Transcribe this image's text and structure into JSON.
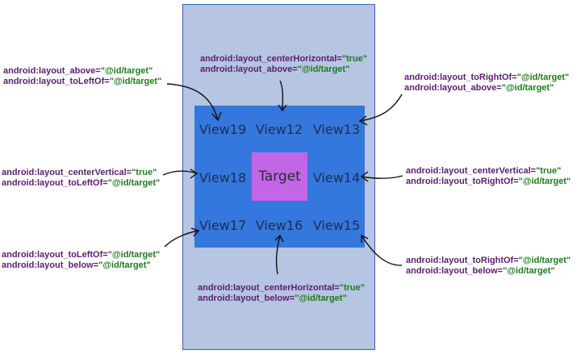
{
  "views": {
    "v19": "View19",
    "v12": "View12",
    "v13": "View13",
    "v18": "View18",
    "target": "Target",
    "v14": "View14",
    "v17": "View17",
    "v16": "View16",
    "v15": "View15"
  },
  "annotations": {
    "a19": [
      {
        "attr": "android:layout_above=",
        "val": "\"@id/target\""
      },
      {
        "attr": "android:layout_toLeftOf=",
        "val": "\"@id/target\""
      }
    ],
    "a12": [
      {
        "attr": "android:layout_centerHorizontal=",
        "val": "\"true\""
      },
      {
        "attr": "android:layout_above=",
        "val": "\"@id/target\""
      }
    ],
    "a13": [
      {
        "attr": "android:layout_toRightOf=",
        "val": "\"@id/target\""
      },
      {
        "attr": "android:layout_above=",
        "val": "\"@id/target\""
      }
    ],
    "a18": [
      {
        "attr": "android:layout_centerVertical=",
        "val": "\"true\""
      },
      {
        "attr": "android:layout_toLeftOf=",
        "val": "\"@id/target\""
      }
    ],
    "a14": [
      {
        "attr": "android:layout_centerVertical=",
        "val": "\"true\""
      },
      {
        "attr": "android:layout_toRightOf=",
        "val": "\"@id/target\""
      }
    ],
    "a17": [
      {
        "attr": "android:layout_toLeftOf=",
        "val": "\"@id/target\""
      },
      {
        "attr": "android:layout_below=",
        "val": "\"@id/target\""
      }
    ],
    "a16": [
      {
        "attr": "android:layout_centerHorizontal=",
        "val": "\"true\""
      },
      {
        "attr": "android:layout_below=",
        "val": "\"@id/target\""
      }
    ],
    "a15": [
      {
        "attr": "android:layout_toRightOf=",
        "val": "\"@id/target\""
      },
      {
        "attr": "android:layout_below=",
        "val": "\"@id/target\""
      }
    ]
  }
}
